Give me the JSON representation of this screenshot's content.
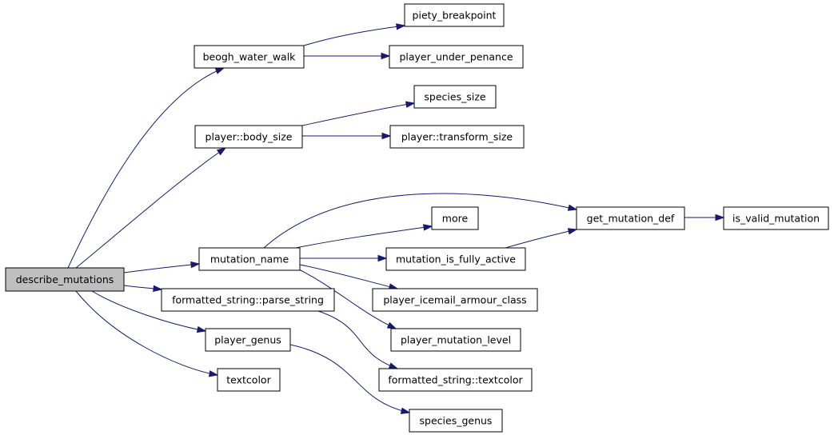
{
  "graph": {
    "root": "describe_mutations",
    "nodes": {
      "describe_mutations": "describe_mutations",
      "beogh_water_walk": "beogh_water_walk",
      "piety_breakpoint": "piety_breakpoint",
      "player_under_penance": "player_under_penance",
      "player_body_size": "player::body_size",
      "species_size": "species_size",
      "player_transform_size": "player::transform_size",
      "mutation_name": "mutation_name",
      "get_mutation_def": "get_mutation_def",
      "is_valid_mutation": "is_valid_mutation",
      "more": "more",
      "mutation_is_fully_active": "mutation_is_fully_active",
      "player_icemail_armour_class": "player_icemail_armour_class",
      "player_mutation_level": "player_mutation_level",
      "formatted_string_parse_string": "formatted_string::parse_string",
      "formatted_string_textcolor": "formatted_string::textcolor",
      "player_genus": "player_genus",
      "species_genus": "species_genus",
      "textcolor": "textcolor"
    },
    "edges": [
      [
        "describe_mutations",
        "beogh_water_walk"
      ],
      [
        "describe_mutations",
        "player_body_size"
      ],
      [
        "describe_mutations",
        "mutation_name"
      ],
      [
        "describe_mutations",
        "formatted_string_parse_string"
      ],
      [
        "describe_mutations",
        "player_genus"
      ],
      [
        "describe_mutations",
        "textcolor"
      ],
      [
        "beogh_water_walk",
        "piety_breakpoint"
      ],
      [
        "beogh_water_walk",
        "player_under_penance"
      ],
      [
        "player_body_size",
        "species_size"
      ],
      [
        "player_body_size",
        "player_transform_size"
      ],
      [
        "mutation_name",
        "get_mutation_def"
      ],
      [
        "mutation_name",
        "more"
      ],
      [
        "mutation_name",
        "mutation_is_fully_active"
      ],
      [
        "mutation_name",
        "player_icemail_armour_class"
      ],
      [
        "mutation_name",
        "player_mutation_level"
      ],
      [
        "mutation_is_fully_active",
        "get_mutation_def"
      ],
      [
        "get_mutation_def",
        "is_valid_mutation"
      ],
      [
        "formatted_string_parse_string",
        "formatted_string_textcolor"
      ],
      [
        "player_genus",
        "species_genus"
      ]
    ]
  },
  "colors": {
    "edge": "#191970",
    "root_fill": "#bfbfbf",
    "node_fill": "#ffffff",
    "node_border": "#000000"
  }
}
